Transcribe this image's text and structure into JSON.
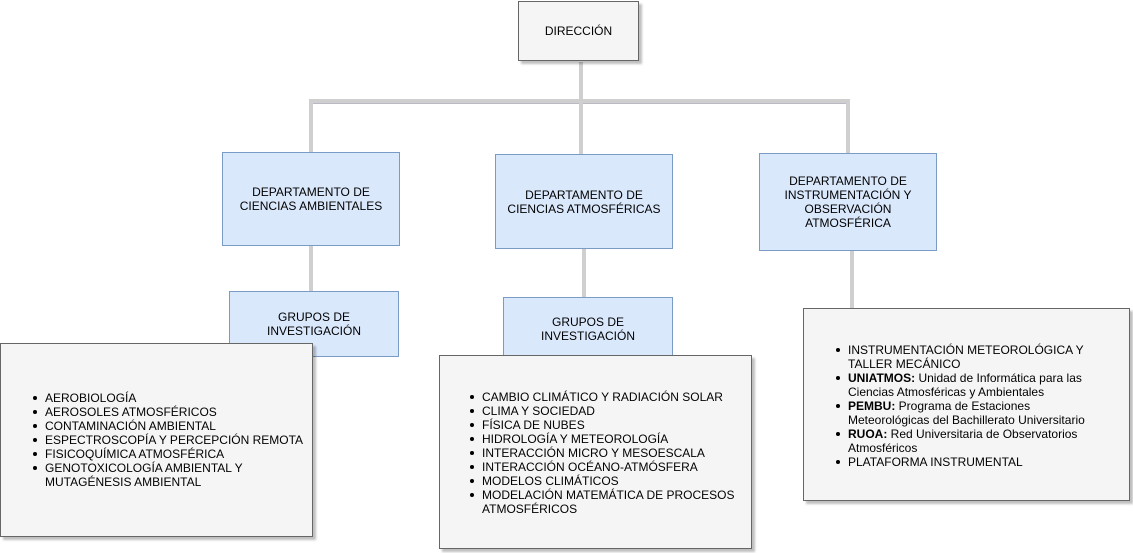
{
  "root": {
    "label": "DIRECCIÓN"
  },
  "departments": [
    {
      "label": "DEPARTAMENTO DE\nCIENCIAS AMBIENTALES"
    },
    {
      "label": "DEPARTAMENTO DE\nCIENCIAS ATMOSFÉRICAS"
    },
    {
      "label": "DEPARTAMENTO DE\nINSTRUMENTACIÓN Y\nOBSERVACIÓN\nATMOSFÉRICA"
    }
  ],
  "groups": [
    {
      "label": "GRUPOS DE\nINVESTIGACIÓN"
    },
    {
      "label": "GRUPOS DE\nINVESTIGACIÓN"
    }
  ],
  "lists": {
    "ambientales": [
      "AEROBIOLOGÍA",
      "AEROSOLES ATMOSFÉRICOS",
      "CONTAMINACIÓN AMBIENTAL",
      "ESPECTROSCOPÍA Y PERCEPCIÓN REMOTA",
      "FISICOQUÍMICA ATMOSFÉRICA",
      "GENOTOXICOLOGÍA AMBIENTAL Y MUTAGÉNESIS AMBIENTAL"
    ],
    "atmosfericas": [
      "CAMBIO CLIMÁTICO Y RADIACIÓN SOLAR",
      "CLIMA Y SOCIEDAD",
      "FÍSICA DE NUBES",
      "HIDROLOGÍA Y METEOROLOGÍA",
      "INTERACCIÓN MICRO Y MESOESCALA",
      "INTERACCIÓN OCÉANO-ATMÓSFERA",
      "MODELOS CLIMÁTICOS",
      "MODELACIÓN MATEMÁTICA DE PROCESOS ATMOSFÉRICOS"
    ],
    "instrumentacion": [
      {
        "bold": "",
        "text": "INSTRUMENTACIÓN METEOROLÓGICA Y TALLER MECÁNICO"
      },
      {
        "bold": "UNIATMOS:",
        "text": " Unidad de Informática para las Ciencias Atmosféricas y Ambientales"
      },
      {
        "bold": "PEMBU:",
        "text": " Programa de Estaciones Meteorológicas del Bachillerato Universitario"
      },
      {
        "bold": "RUOA:",
        "text": " Red Universitaria de Observatorios Atmosféricos"
      },
      {
        "bold": "",
        "text": "PLATAFORMA INSTRUMENTAL"
      }
    ]
  }
}
